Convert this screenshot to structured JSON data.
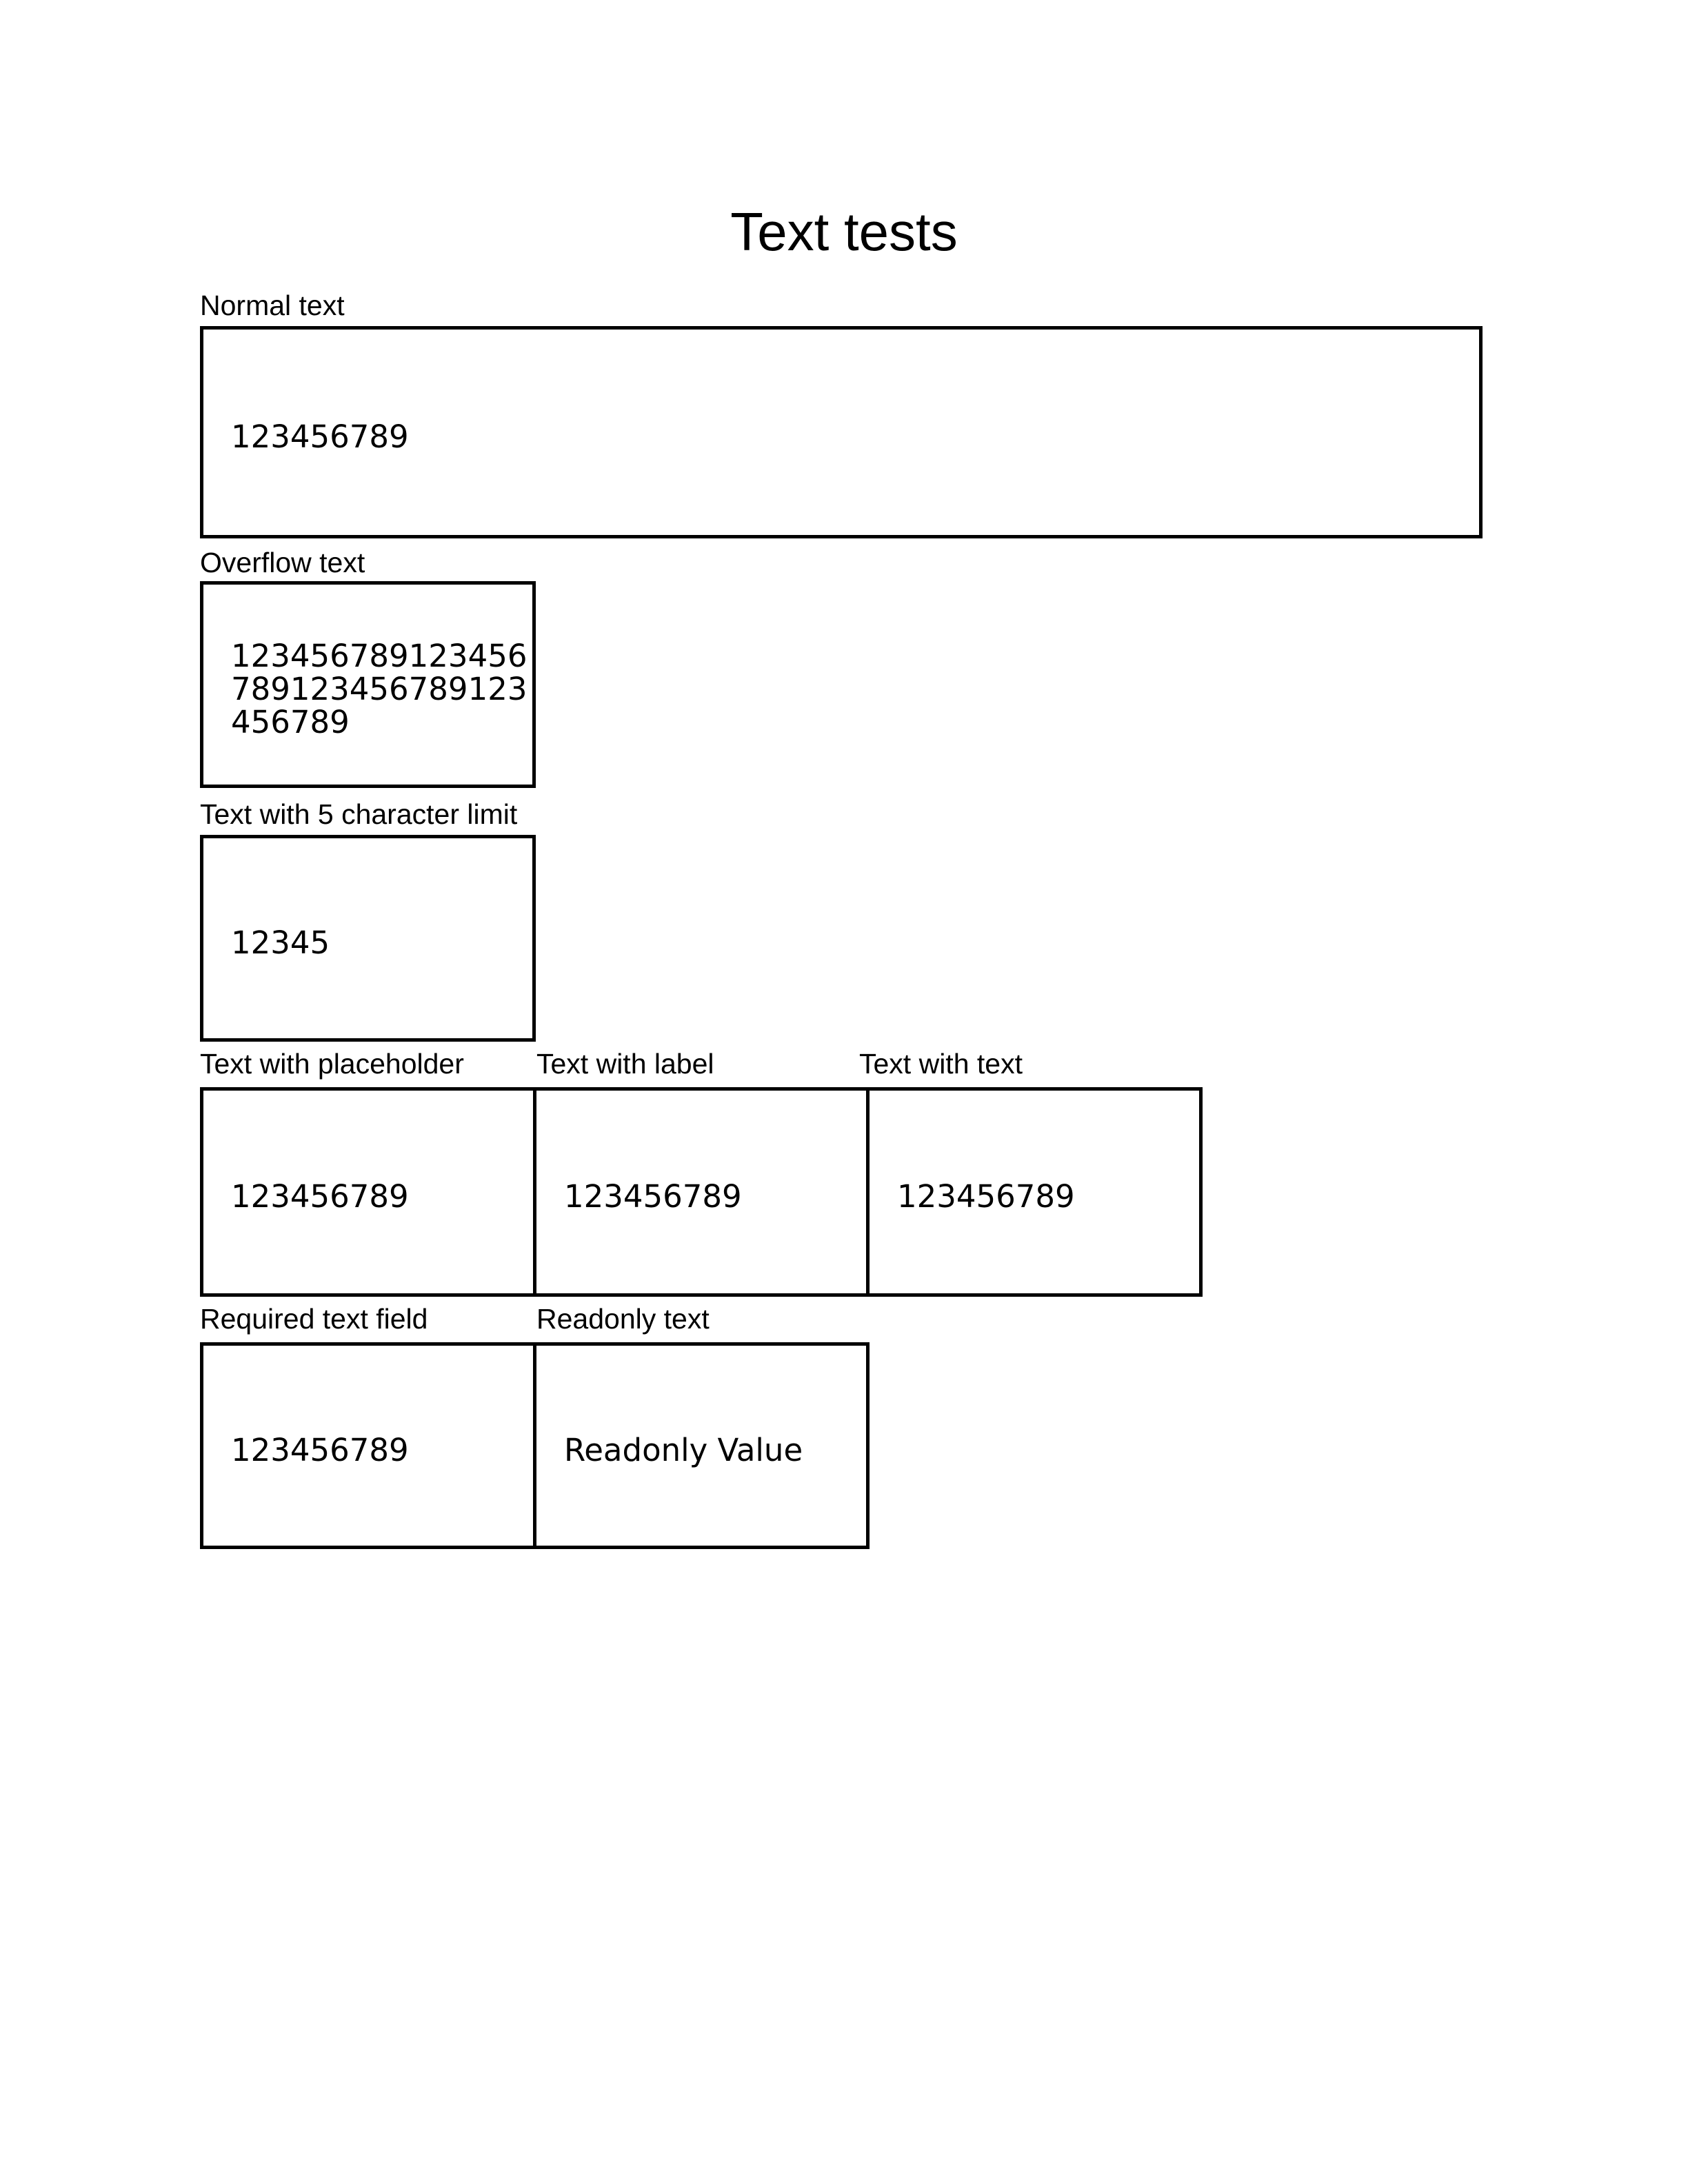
{
  "page": {
    "title": "Text tests",
    "background": "#ffffff",
    "border_color": "#000000",
    "text_color": "#000000"
  },
  "fields": [
    {
      "label": "Normal text",
      "value": "123456789"
    },
    {
      "label": "Overflow text",
      "value": "123456789123456789123456789123456789"
    },
    {
      "label": "Text with 5 character limit",
      "value": "12345",
      "max_length": 5
    },
    {
      "label": "Text with placeholder",
      "value": "123456789"
    },
    {
      "label": "Text with label",
      "value": "123456789"
    },
    {
      "label": "Text with text",
      "value": "123456789"
    },
    {
      "label": "Required text field",
      "value": "123456789"
    },
    {
      "label": "Readonly text",
      "value": "Readonly Value"
    }
  ]
}
